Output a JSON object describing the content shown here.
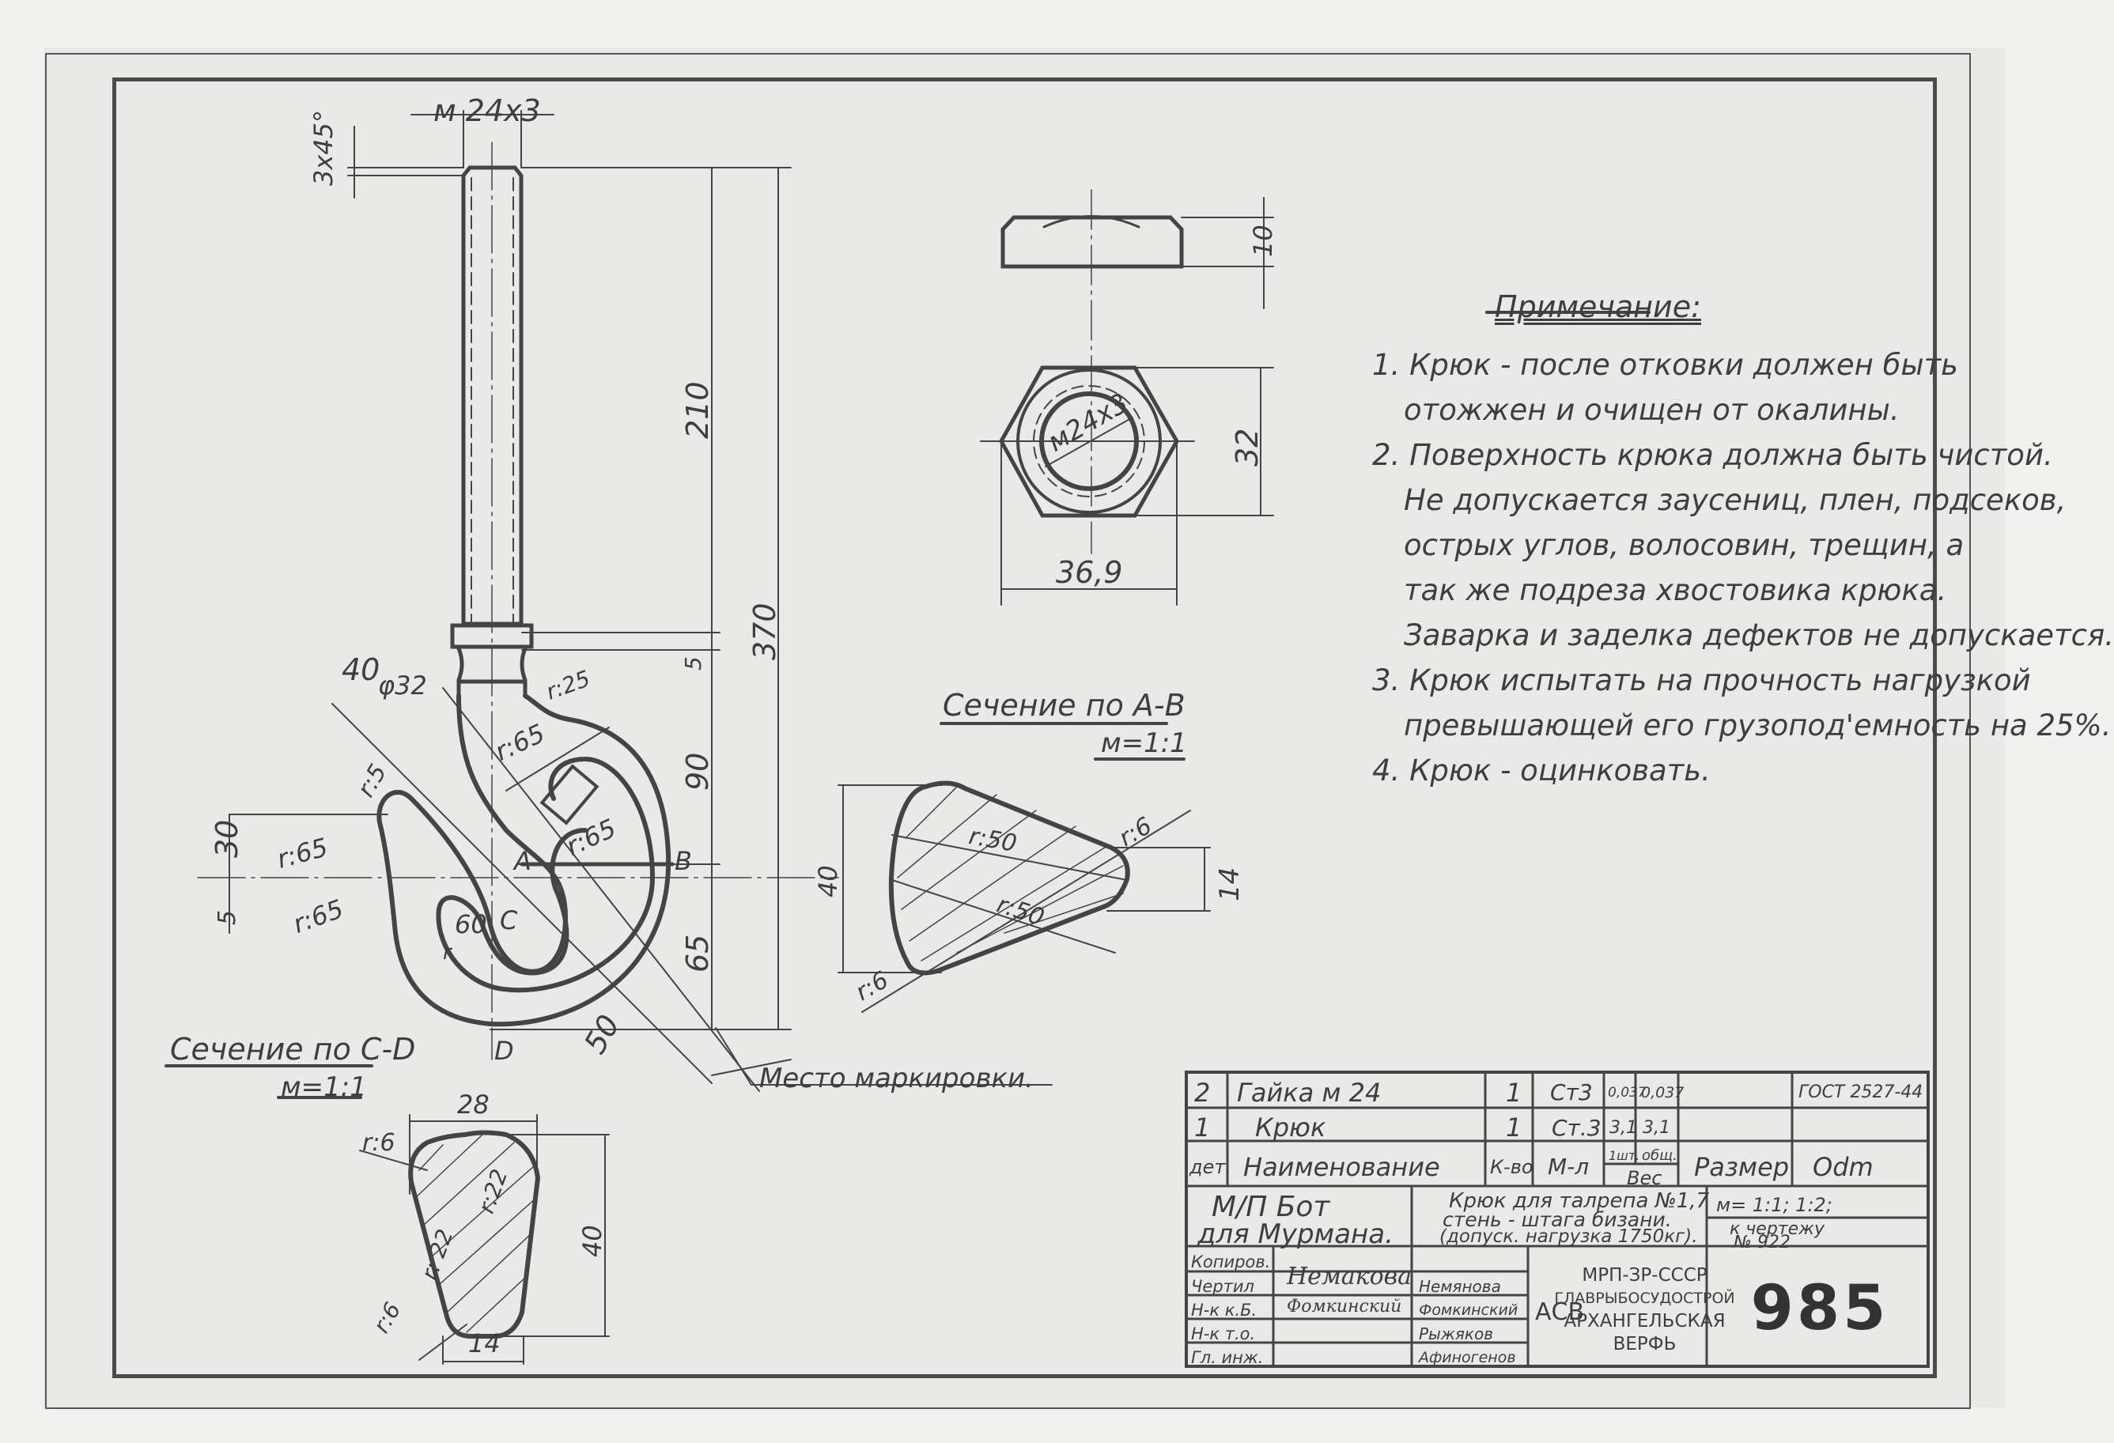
{
  "drawing": {
    "shaft": {
      "thread_label": "м 24х3",
      "chamfer_label": "3х45°"
    },
    "dimensions": {
      "d210": "210",
      "d370": "370",
      "d5": "5",
      "d90": "90",
      "d65": "65",
      "d40": "40",
      "d30": "30",
      "d5b": "5",
      "d50": "50",
      "d60": "60",
      "phi32": "φ32",
      "r25": "r:25",
      "r65_a": "r:65",
      "r65_b": "r:65",
      "r65_c": "r:65",
      "r65_d": "r:65",
      "r5": "r:5",
      "r_small": "r"
    },
    "points": {
      "A": "A",
      "B": "B",
      "C": "C",
      "D": "D"
    },
    "marking_label": "Место маркировки.",
    "nut": {
      "thread_label": "м24х3",
      "height": "10",
      "across_flats": "32",
      "across_corners": "36,9"
    },
    "section_ab": {
      "title": "Сечение по А-В",
      "scale": "м=1:1",
      "dims": {
        "h40": "40",
        "h14": "14",
        "r50_top": "r:50",
        "r50_bot": "r:50",
        "r6_top": "r:6",
        "r6_bot": "r:6"
      }
    },
    "section_cd": {
      "title": "Сечение по С-D",
      "scale": "м=1:1",
      "dims": {
        "w28": "28",
        "w14": "14",
        "h40": "40",
        "r6_top": "r:6",
        "r6_bot": "r:6",
        "r22_left": "r: 22",
        "r22_right": "r:22"
      }
    }
  },
  "notes": {
    "title": "Примечание:",
    "lines": [
      "1. Крюк - после отковки должен быть",
      "отожжен и очищен от окалины.",
      "2. Поверхность крюка должна быть чистой.",
      "Не допускается заусениц, плен, подсеков,",
      "острых углов, волосовин, трещин, а",
      "так же подреза хвостовика крюка.",
      "Заварка и заделка дефектов не допускается.",
      "3. Крюк испытать на прочность нагрузкой",
      "превышающей его грузопод'емность на 25%.",
      "4. Крюк - оцинковать."
    ]
  },
  "title_block": {
    "parts": [
      {
        "no": "2",
        "name": "Гайка м 24",
        "qty": "1",
        "material": "Ст3",
        "weight_one": "0,037",
        "weight_total": "0,037",
        "size": "",
        "ref": "ГОСТ 2527-44"
      },
      {
        "no": "1",
        "name": "Крюк",
        "qty": "1",
        "material": "Ст.3",
        "weight_one": "3,1",
        "weight_total": "3,1",
        "size": "",
        "ref": ""
      }
    ],
    "header": {
      "no": "дет.",
      "name": "Наименование",
      "qty": "К-во",
      "material": "М-л",
      "weight_one": "1шт.",
      "weight_total": "общ.",
      "weight": "Вес",
      "size": "Размер",
      "ref": "Odm"
    },
    "project_line1": "М/П Бот",
    "project_line2": "для Мурмана.",
    "item_line1": "Крюк для талрепа №1,7",
    "item_line2": "стень - штага бизани.",
    "item_line3": "(допуск. нагрузка 1750кг).",
    "scale": "м= 1:1; 1:2;",
    "ref_drawing_line1": "к чертежу",
    "ref_drawing_line2": "№ 922",
    "roles": [
      "Копиров.",
      "Чертил",
      "Н-к к.Б.",
      "Н-к т.о.",
      "Гл. инж."
    ],
    "signatures": [
      "",
      "Немакова",
      "Фомкинский",
      "",
      ""
    ],
    "names": [
      "",
      "Немянова",
      "Фомкинский",
      "Рыжяков",
      "Афиногенов"
    ],
    "org_logo": "АСВ",
    "org_lines": [
      "МРП-ЗР-СССР",
      "ГЛАВРЫБОСУДОСТРОЙ",
      "АРХАНГЕЛЬСКАЯ",
      "ВЕРФЬ"
    ],
    "sheet_number": "985"
  }
}
